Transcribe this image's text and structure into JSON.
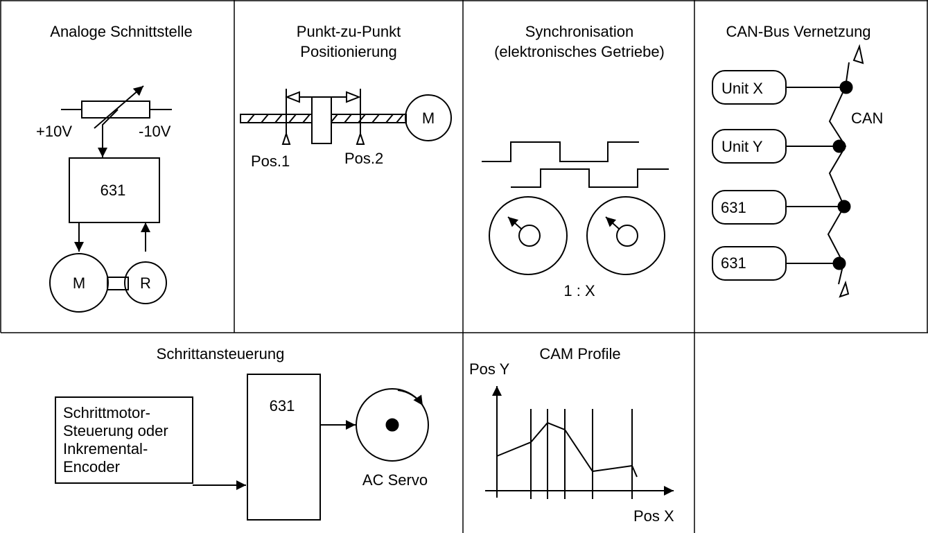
{
  "panels": {
    "analog": {
      "title": "Analoge Schnittstelle",
      "plus_label": "+10V",
      "minus_label": "-10V",
      "drive_label": "631",
      "motor_label": "M",
      "resolver_label": "R"
    },
    "ptp": {
      "title_line1": "Punkt-zu-Punkt",
      "title_line2": "Positionierung",
      "pos1_label": "Pos.1",
      "pos2_label": "Pos.2",
      "motor_label": "M"
    },
    "sync": {
      "title_line1": "Synchronisation",
      "title_line2": "(elektronisches Getriebe)",
      "ratio_label": "1 : X"
    },
    "can": {
      "title": "CAN-Bus Vernetzung",
      "bus_label": "CAN",
      "nodes": [
        "Unit X",
        "Unit Y",
        "631",
        "631"
      ]
    },
    "step": {
      "title": "Schrittansteuerung",
      "source_lines": [
        "Schrittmotor-",
        "Steuerung oder",
        "Inkremental-",
        "Encoder"
      ],
      "drive_label": "631",
      "servo_label": "AC Servo"
    },
    "cam": {
      "title": "CAM Profile",
      "y_label": "Pos Y",
      "x_label": "Pos X"
    }
  }
}
